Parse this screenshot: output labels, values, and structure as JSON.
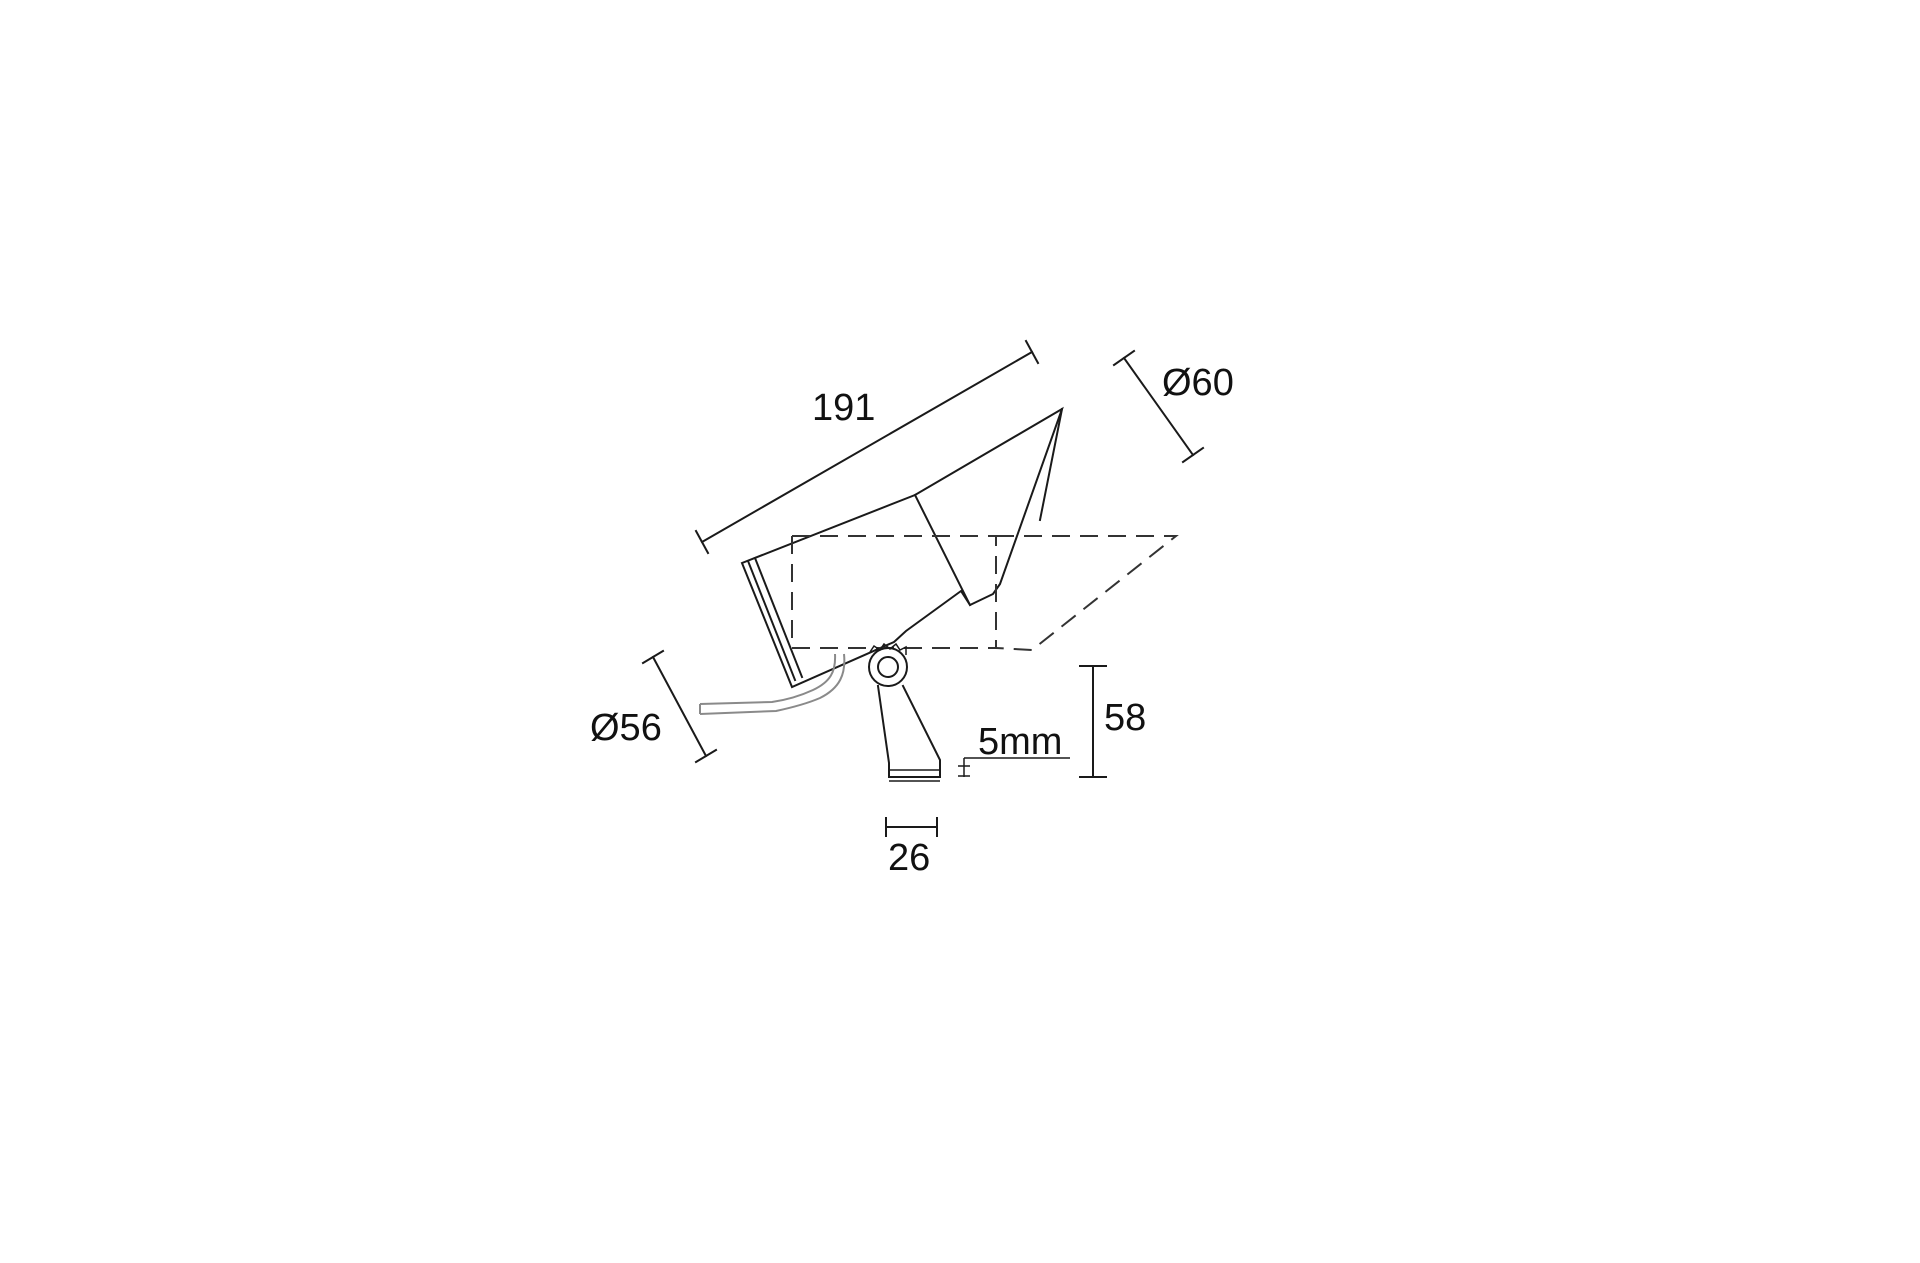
{
  "drawing": {
    "subject": "spike-mounted spotlight, side elevation",
    "line_color": "#1a1a1a",
    "background": "#ffffff"
  },
  "dimensions": {
    "length": "191",
    "head_diameter": "Ø60",
    "body_diameter": "Ø56",
    "height": "58",
    "bracket_width": "26",
    "offset": "5mm"
  }
}
